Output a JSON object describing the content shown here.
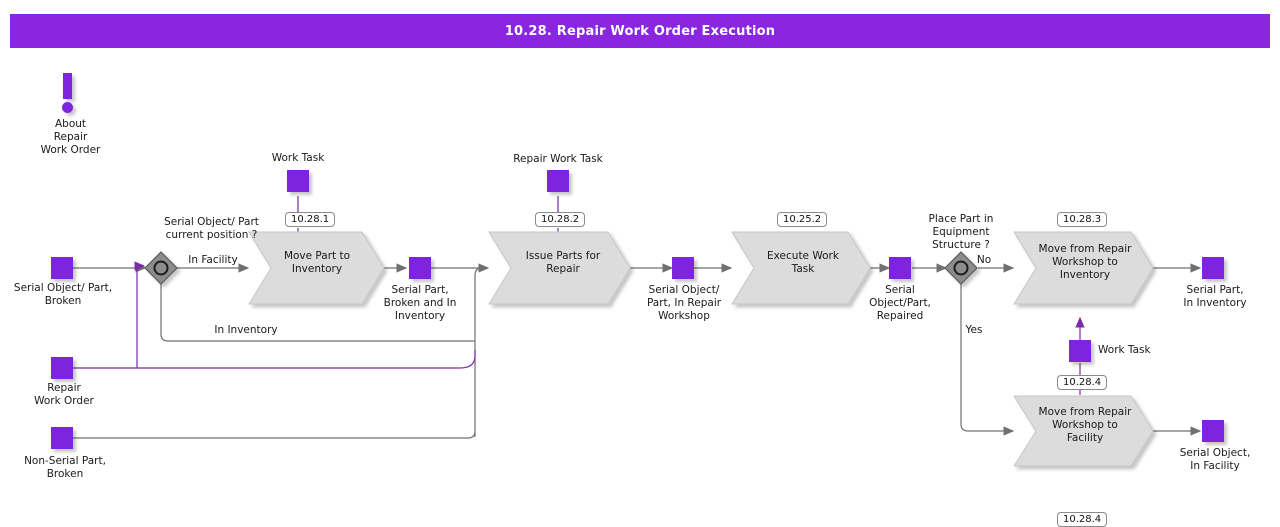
{
  "header": {
    "title": "10.28. Repair Work Order Execution",
    "banner_color": "#8A26E0"
  },
  "palette": {
    "purple": "#7F24DE",
    "task_fill": "#DCDCDC",
    "task_stroke": "#BFBFBF",
    "line": "#707070",
    "line_purple": "#7a2aa8",
    "gateway_fill": "#8C8C8C",
    "gateway_stroke": "#5A5A5A"
  },
  "annotation": {
    "note_icon": "exclamation-icon",
    "label": "About\nRepair\nWork Order"
  },
  "gateways": [
    {
      "id": "gw-position",
      "question": "Serial Object/ Part\ncurrent position ?",
      "branches": [
        "In Facility",
        "In Inventory"
      ]
    },
    {
      "id": "gw-place-part",
      "question": "Place Part in\nEquipment\nStructure ?",
      "branches": [
        "No",
        "Yes"
      ]
    }
  ],
  "data_objects": [
    {
      "id": "do-serial-broken",
      "label": "Serial Object/ Part,\nBroken"
    },
    {
      "id": "do-repair-wo",
      "label": "Repair\nWork Order"
    },
    {
      "id": "do-nonserial-broken",
      "label": "Non-Serial Part,\nBroken"
    },
    {
      "id": "do-serial-part-inv",
      "label": "Serial Part,\nBroken and In\nInventory"
    },
    {
      "id": "do-serial-workshop",
      "label": "Serial Object/\nPart, In Repair\nWorkshop"
    },
    {
      "id": "do-serial-repaired",
      "label": "Serial\nObject/Part,\nRepaired"
    },
    {
      "id": "do-serial-part-in-inventory",
      "label": "Serial Part,\nIn Inventory"
    },
    {
      "id": "do-serial-in-facility",
      "label": "Serial Object,\nIn Facility"
    }
  ],
  "artifacts": [
    {
      "id": "art-work-task-1",
      "label": "Work Task"
    },
    {
      "id": "art-repair-task",
      "label": "Repair Work Task"
    },
    {
      "id": "art-work-task-2",
      "label": "Work Task"
    }
  ],
  "tasks": [
    {
      "id": "task-10-28-1",
      "code": "10.28.1",
      "label": "Move Part to\nInventory"
    },
    {
      "id": "task-10-28-2",
      "code": "10.28.2",
      "label": "Issue Parts for\nRepair"
    },
    {
      "id": "task-10-25-2",
      "code": "10.25.2",
      "label": "Execute Work\nTask"
    },
    {
      "id": "task-10-28-3",
      "code": "10.28.3",
      "label": "Move from Repair\nWorkshop to\nInventory"
    },
    {
      "id": "task-10-28-4",
      "code": "10.28.4",
      "label": "Move from Repair\nWorkshop to\nFacility"
    }
  ],
  "flow_labels": {
    "in_facility": "In Facility",
    "in_inventory": "In Inventory",
    "no": "No",
    "yes": "Yes"
  }
}
